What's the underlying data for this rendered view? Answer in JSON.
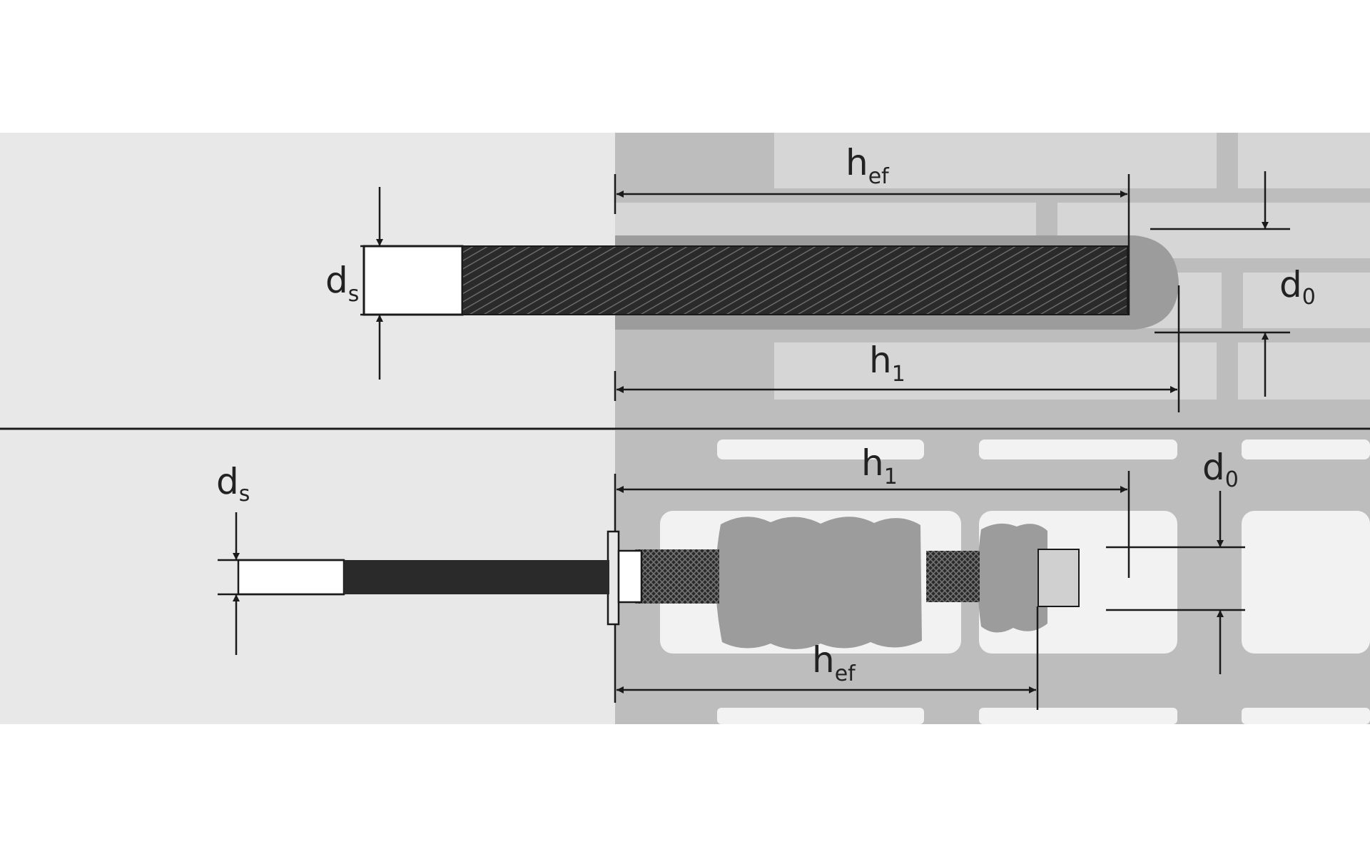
{
  "colors": {
    "page_bg": "#ffffff",
    "panel_bg": "#e8e8e8",
    "masonry_mortar": "#bdbdbd",
    "brick_face": "#d6d6d6",
    "hollow_brick_web": "#bdbdbd",
    "hollow_brick_cavity": "#f2f2f2",
    "mortar_injection": "#9c9c9c",
    "rod": "#2a2a2a",
    "dimension_line": "#1a1a1a"
  },
  "top_diagram": {
    "ds": {
      "main": "d",
      "sub": "s"
    },
    "hef": {
      "main": "h",
      "sub": "ef"
    },
    "h1": {
      "main": "h",
      "sub": "1"
    },
    "d0": {
      "main": "d",
      "sub": "0"
    }
  },
  "bottom_diagram": {
    "ds": {
      "main": "d",
      "sub": "s"
    },
    "h1": {
      "main": "h",
      "sub": "1"
    },
    "d0": {
      "main": "d",
      "sub": "0"
    },
    "hef": {
      "main": "h",
      "sub": "ef"
    }
  }
}
